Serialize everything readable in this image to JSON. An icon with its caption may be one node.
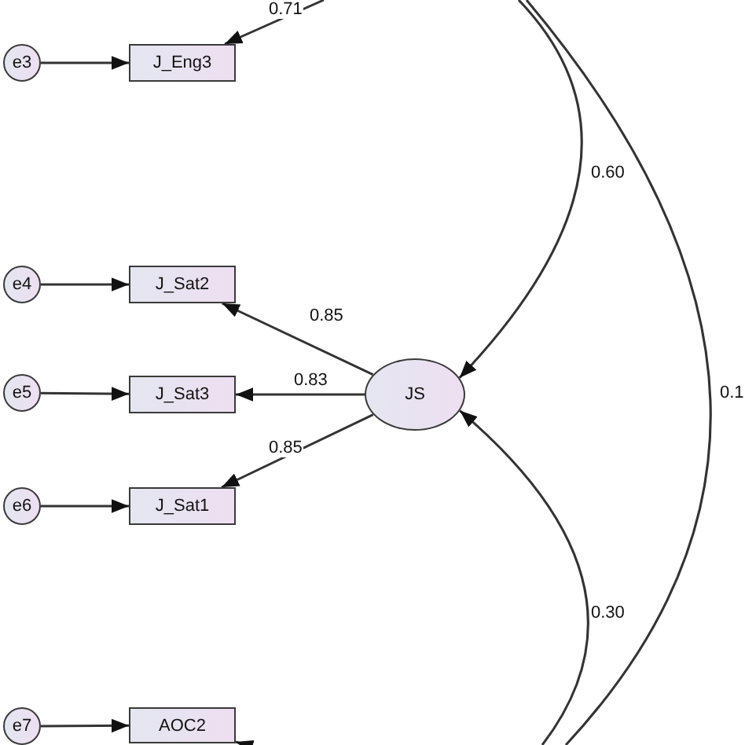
{
  "diagram": {
    "nodes": [
      {
        "text": [
          "e3"
        ]
      },
      {
        "text": [
          "J_Eng3"
        ]
      },
      {
        "text": [
          "e4"
        ]
      },
      {
        "text": [
          "J_Sat2"
        ]
      },
      {
        "text": [
          "e5"
        ]
      },
      {
        "text": [
          "J_Sat3"
        ]
      },
      {
        "text": [
          "e6"
        ]
      },
      {
        "text": [
          "J_Sat1"
        ]
      },
      {
        "text": [
          "JS"
        ]
      },
      {
        "text": [
          "e7"
        ]
      },
      {
        "text": [
          "AOC2"
        ]
      }
    ],
    "edges": [
      {
        "from": 0,
        "to": 1,
        "arrow": "to"
      },
      {
        "from": null,
        "to": 1,
        "arrow": "to",
        "label": "0.71"
      },
      {
        "from": 2,
        "to": 3,
        "arrow": "to"
      },
      {
        "from": 8,
        "to": 3,
        "arrow": "to",
        "label": "0.85"
      },
      {
        "from": 4,
        "to": 5,
        "arrow": "to"
      },
      {
        "from": 8,
        "to": 5,
        "arrow": "to",
        "label": "0.83"
      },
      {
        "from": 6,
        "to": 7,
        "arrow": "to"
      },
      {
        "from": 8,
        "to": 7,
        "arrow": "to",
        "label": "0.85"
      },
      {
        "from": null,
        "to": 8,
        "arrow": "to",
        "label": "0.60"
      },
      {
        "from": null,
        "to": 8,
        "arrow": "to",
        "label": "0.30"
      },
      {
        "from": 9,
        "to": 10,
        "arrow": "to"
      },
      {
        "from": null,
        "to": 10,
        "arrow": "to"
      }
    ],
    "labels": [
      "0.1"
    ]
  }
}
